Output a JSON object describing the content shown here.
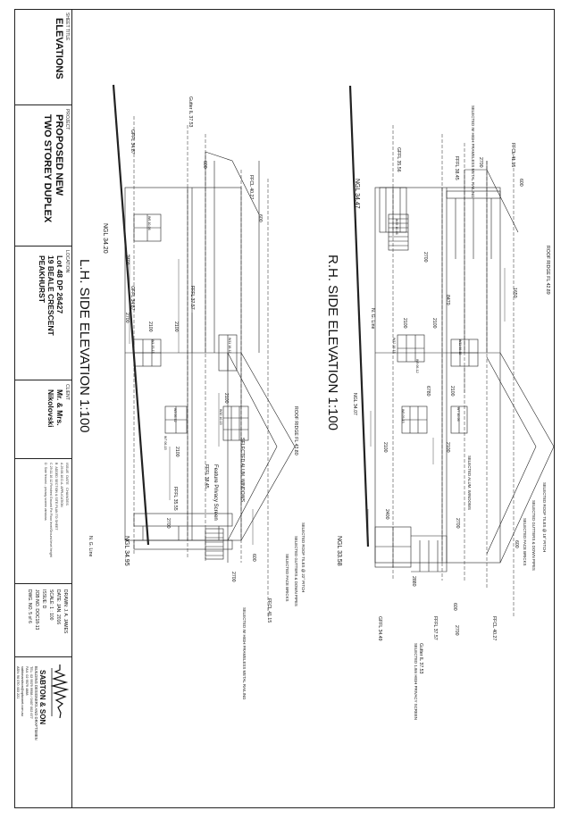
{
  "title_block": {
    "sheet_title_label": "SHEET TITLE",
    "sheet_title": "ELEVATIONS",
    "project_label": "PROJECT",
    "project_lines": [
      "PROPOSED NEW",
      "TWO STOREY DUPLEX"
    ],
    "location_label": "LOCATION",
    "location_lines": [
      "Lot 48  DP 26427",
      "19 BEALE CRESCENT",
      "PEAKHURST"
    ],
    "client_label": "CLIENT",
    "client_lines": [
      "Mr. & Mrs.",
      "Nikolovski"
    ],
    "rev_headers": [
      "ISSUE",
      "DATE",
      "CHANGES"
    ],
    "revisions": [
      [
        "A",
        "29.06.16",
        "D.A. APPLICATION"
      ],
      [
        "B",
        "",
        "ADDED SECTION & SITE PLAN TO SHEET"
      ],
      [
        "C",
        "29.11.16",
        "12 Finished Ground Fin Floor level/Ground level height"
      ],
      [
        "D",
        "",
        "Side fenced - privacy screen windows"
      ]
    ],
    "drawn": "DRAWN:  J. A. JAMES",
    "date": "DATE:  JAN. 2016",
    "scale": "SCALE:  1 : 100",
    "issue": "ISSUE:  D",
    "job_no": "JOB NO.  DOC18-13",
    "dwg_no": "DWG. NO. 5 of 6",
    "firm_name": "SABTON & SON",
    "firm_tagline": "BUILDING DESIGNERS AND DRAFTSMEN",
    "firm_contact": [
      "TEL: 02 9579 9958 / 0407 002 677",
      "FAX: 02 9579 4888",
      "sabtonandson@optusnet.com.au",
      "ABN: 96 070 403 221"
    ]
  },
  "rh_elevation": {
    "title": "R.H. SIDE ELEVATION  1:100",
    "ngl_left": "NGL 34.47",
    "ngl_mid": "NGL 34.07",
    "ngl_right": "NGL 33.58",
    "ng_line": "N. G. Line",
    "gffl_left": "GFFL 35.56",
    "gffl_right": "GFFL 34.49",
    "fffl_top": "FFFL 38.45",
    "ffcl_top": "FFCL 41.15",
    "ffcl_right": "FFCL 40.27",
    "ffcl_bottom": "FFFL 37.57",
    "gutter": "Gutter IL 37.53",
    "roof_ridge": "ROOF RIDGE FL 42.89",
    "railing": "SELECTED IM HIGH FRAMELESS METAL RAILING",
    "roof_tiles": "SELECTED ROOF TILES @ 18° PITCH",
    "gutters": "SELECTED GUTTERS & DOWN PIPES",
    "bricks": "SELECTED FACE BRICKS",
    "windows": "SELECTED ALUM. WINDOWS",
    "privacy": "SELECTED 1.8m HIGH PRIVACY SCREEN",
    "dims": [
      "2700",
      "2700",
      "2700",
      "2400",
      "2700",
      "1650",
      "8470",
      "2100",
      "2100",
      "2100",
      "6780",
      "2100",
      "2100",
      "2880",
      "600",
      "600",
      "600"
    ],
    "win_labels": [
      "W15 10-06",
      "W12 18-15",
      "W9 06-12",
      "W11 06-18",
      "W8 09-15",
      "W7 10-06"
    ]
  },
  "lh_elevation": {
    "title": "L.H. SIDE ELEVATION  1:100",
    "ngl_left": "NGL 34.20",
    "ngl_right": "NGL 34.95",
    "ng_line": "N. G. Line",
    "gffl_left": "GFFL 34.87",
    "gffl_mid": "GFFL 34.87",
    "gffl_right": "FFFL 35.55",
    "gutter": "Gutter IL 37.53",
    "ffcl_left": "FFCL 40.27",
    "fffl_mid": "FFFL 37.57",
    "fffl_right": "FFFL 38.45",
    "ffcl_right": "FFCL 41.15",
    "roof_ridge": "ROOF RIDGE FL 42.80",
    "feature": "Feature Privacy Screen",
    "windows": "SELECTED ALUM. WINDOWS",
    "roof_tiles": "SELECTED ROOF TILES @ 22° PITCH",
    "gutters": "SELECTED GUTTERS & DOWN PIPES",
    "bricks": "SELECTED FACE BRICKS",
    "railing": "SELECTED IM HIGH FRAMELESS METAL RAILING",
    "dims": [
      "2400",
      "2700",
      "2100",
      "2100",
      "2100",
      "2700",
      "2100",
      "2700",
      "600",
      "600",
      "600"
    ],
    "win_labels": [
      "W6 10-06",
      "W4 15-15",
      "W11 18-12",
      "W3 06-12",
      "W7 06-15",
      "W10 10-15"
    ]
  }
}
